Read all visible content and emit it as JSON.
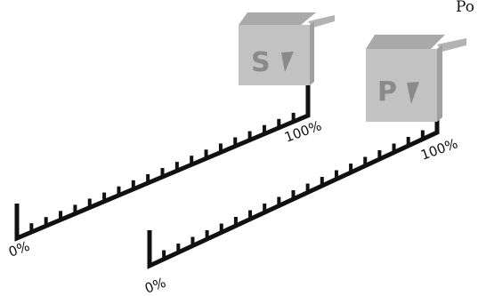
{
  "top_text": "Po",
  "scales": [
    {
      "id": "s",
      "box_label": "S",
      "min_label": "0%",
      "max_label": "100%"
    },
    {
      "id": "p",
      "box_label": "P",
      "min_label": "0%",
      "max_label": "100%"
    }
  ],
  "colors": {
    "scale_line": "#111111",
    "box_face": "#c2c2c2",
    "box_top": "#a9a9a9",
    "box_flap": "#b3b3b3",
    "box_letter": "#8a8a8a"
  }
}
